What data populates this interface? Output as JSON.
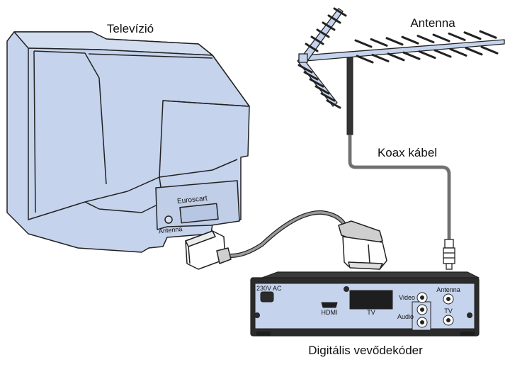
{
  "labels": {
    "tv": "Televízió",
    "antenna": "Antenna",
    "coax": "Koax kábel",
    "decoder": "Digitális vevődekóder"
  },
  "tv_panel": {
    "euroscart": "Euroscart",
    "antenna": "Antenna"
  },
  "decoder_panel": {
    "power": "230V AC",
    "hdmi": "HDMI",
    "tv_scart": "TV",
    "video": "Video",
    "audio": "Audio",
    "antenna_in": "Antenna",
    "tv_out": "TV"
  },
  "colors": {
    "device_fill": "#c5d3ec",
    "device_stroke": "#222222",
    "cable": "#999999",
    "decoder_body": "#2b2b2b",
    "decoder_panel": "#c5d3ec"
  }
}
